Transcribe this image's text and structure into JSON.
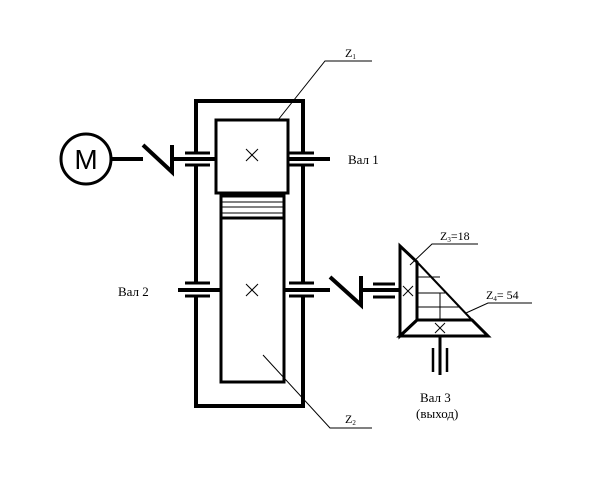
{
  "labels": {
    "z1": {
      "main": "Z",
      "sub": "1"
    },
    "z2": {
      "main": "Z",
      "sub": "2"
    },
    "z3": {
      "main": "Z",
      "sub": "3",
      "tail": "=18"
    },
    "z4": {
      "main": "Z",
      "sub": "4",
      "tail": "= 54"
    },
    "shaft1": "Вал 1",
    "shaft2": "Вал 2",
    "shaft3": "Вал 3",
    "shaft3_note": "(выход)",
    "motor_letter": "M"
  }
}
